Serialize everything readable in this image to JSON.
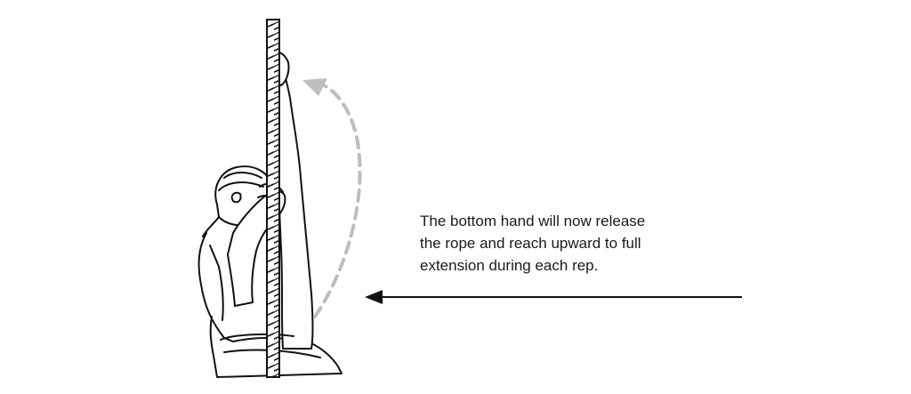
{
  "caption": {
    "lines": [
      "The bottom hand will now release",
      "the rope and reach upward to full",
      "extension during each rep."
    ]
  },
  "colors": {
    "ink": "#111111",
    "motion_arrow": "#bdbdbd",
    "pointer_arrow": "#111111"
  },
  "icons": {
    "motion": "curved-dashed-arrow-up",
    "pointer": "left-arrow"
  }
}
